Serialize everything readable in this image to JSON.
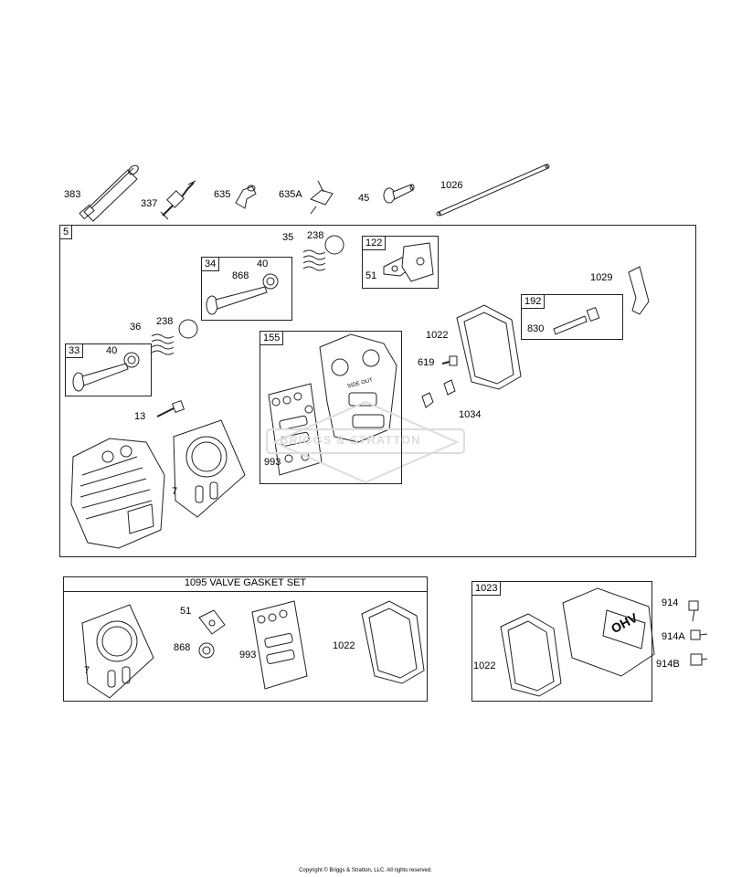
{
  "top_row": {
    "p383": "383",
    "p337": "337",
    "p635": "635",
    "p635A": "635A",
    "p45": "45",
    "p1026": "1026"
  },
  "main_group": {
    "group_number": "5",
    "box34": {
      "tag": "34",
      "p868": "868",
      "p40": "40"
    },
    "p35": "35",
    "p238_top": "238",
    "box122": {
      "tag": "122",
      "p51": "51"
    },
    "p1029": "1029",
    "box192": {
      "tag": "192",
      "p830": "830"
    },
    "p36": "36",
    "p238_left": "238",
    "box33": {
      "tag": "33",
      "p40": "40"
    },
    "box155": {
      "tag": "155",
      "p993": "993",
      "stamp": "SIDE OUT"
    },
    "p1022": "1022",
    "p619": "619",
    "p1034": "1034",
    "p13": "13",
    "p7": "7",
    "watermark": "BRIGGS & STRATTON"
  },
  "gasket_set": {
    "title": "1095 VALVE GASKET SET",
    "p7": "7",
    "p51": "51",
    "p868": "868",
    "p993": "993",
    "p1022": "1022"
  },
  "cover_group": {
    "tag": "1023",
    "p1022": "1022",
    "cover_logo": "OHV",
    "p914": "914",
    "p914A": "914A",
    "p914B": "914B"
  },
  "footer": {
    "copyright": "Copyright © Briggs & Stratton, LLC. All rights reserved."
  }
}
